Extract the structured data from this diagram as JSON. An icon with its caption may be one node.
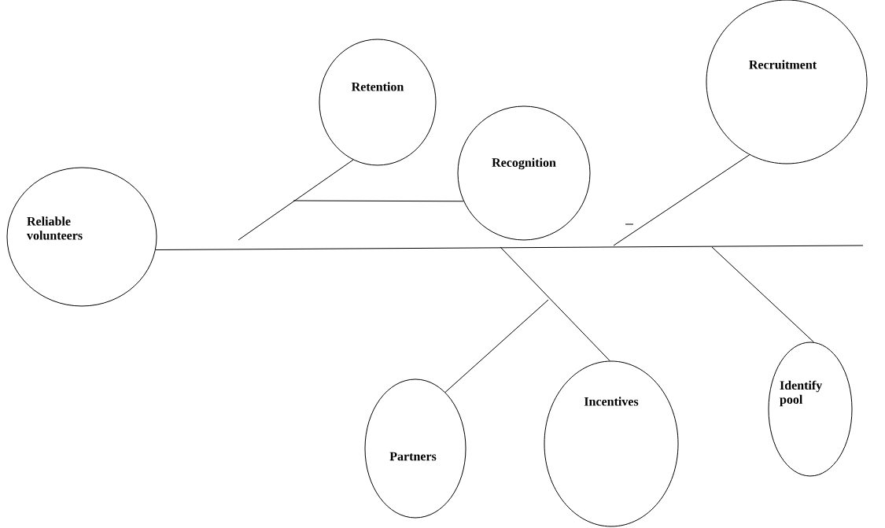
{
  "diagram": {
    "nodes": [
      {
        "text": [
          "Reliable volunteers"
        ]
      },
      {
        "text": [
          "Retention"
        ]
      },
      {
        "text": [
          "Recognition"
        ]
      },
      {
        "text": [
          "Recruitment"
        ]
      },
      {
        "text": [
          "Partners"
        ]
      },
      {
        "text": [
          "Incentives"
        ]
      },
      {
        "text": [
          "Identify pool"
        ]
      }
    ],
    "edges": [
      {
        "from": 0,
        "to": null,
        "arrow": "none"
      },
      {
        "from": 1,
        "to": null,
        "arrow": "none"
      },
      {
        "from": 2,
        "to": null,
        "arrow": "none"
      },
      {
        "from": 3,
        "to": null,
        "arrow": "none"
      },
      {
        "from": 4,
        "to": null,
        "arrow": "none"
      },
      {
        "from": 5,
        "to": null,
        "arrow": "none"
      },
      {
        "from": 6,
        "to": null,
        "arrow": "none"
      }
    ]
  }
}
